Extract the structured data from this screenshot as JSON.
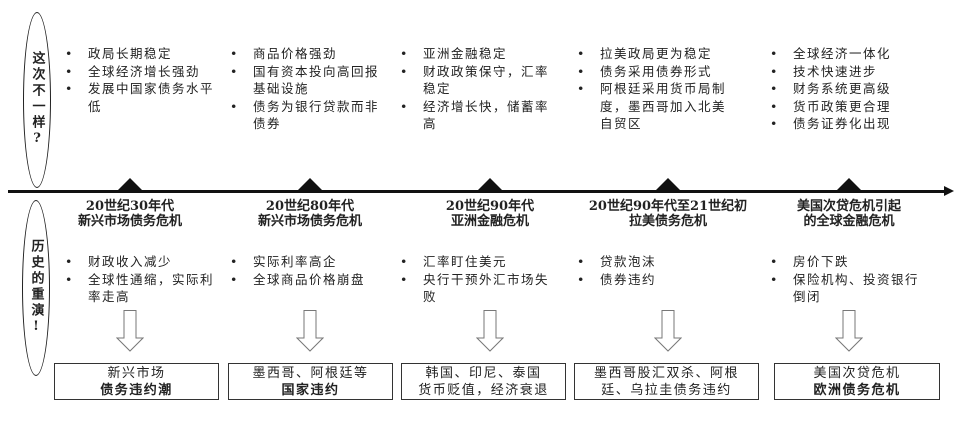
{
  "labels": {
    "top": "这次不一样?",
    "bottom": "历史的重演!"
  },
  "columns": [
    {
      "title_line1": "20世纪30年代",
      "title_line2": "新兴市场债务危机",
      "top_bullets": [
        "政局长期稳定",
        "全球经济增长强劲",
        "发展中国家债务水平低"
      ],
      "bottom_bullets": [
        "财政收入减少",
        "全球性通缩，实际利率走高"
      ],
      "result_line1": "新兴市场",
      "result_line2": "债务违约潮"
    },
    {
      "title_line1": "20世纪80年代",
      "title_line2": "新兴市场债务危机",
      "top_bullets": [
        "商品价格强劲",
        "国有资本投向高回报基础设施",
        "债务为银行贷款而非债券"
      ],
      "bottom_bullets": [
        "实际利率高企",
        "全球商品价格崩盘"
      ],
      "result_line1": "墨西哥、阿根廷等",
      "result_line2": "国家违约"
    },
    {
      "title_line1": "20世纪90年代",
      "title_line2": "亚洲金融危机",
      "top_bullets": [
        "亚洲金融稳定",
        "财政政策保守，汇率稳定",
        "经济增长快，储蓄率高"
      ],
      "bottom_bullets": [
        "汇率盯住美元",
        "央行干预外汇市场失败"
      ],
      "result_line1": "韩国、印尼、泰国",
      "result_line2": "货币贬值，经济衰退"
    },
    {
      "title_line1": "20世纪90年代至21世纪初",
      "title_line2": "拉美债务危机",
      "top_bullets": [
        "拉美政局更为稳定",
        "债务采用债券形式",
        "阿根廷采用货币局制度，墨西哥加入北美自贸区"
      ],
      "bottom_bullets": [
        "贷款泡沫",
        "债券违约"
      ],
      "result_line1": "墨西哥股汇双杀、阿根",
      "result_line2": "廷、乌拉圭债务违约"
    },
    {
      "title_line1": "美国次贷危机引起",
      "title_line2": "的全球金融危机",
      "top_bullets": [
        "全球经济一体化",
        "技术快速进步",
        "财务系统更高级",
        "货币政策更合理",
        "债务证券化出现"
      ],
      "bottom_bullets": [
        "房价下跌",
        "保险机构、投资银行倒闭"
      ],
      "result_line1": "美国次贷危机",
      "result_line2": "欧洲债务危机"
    }
  ]
}
